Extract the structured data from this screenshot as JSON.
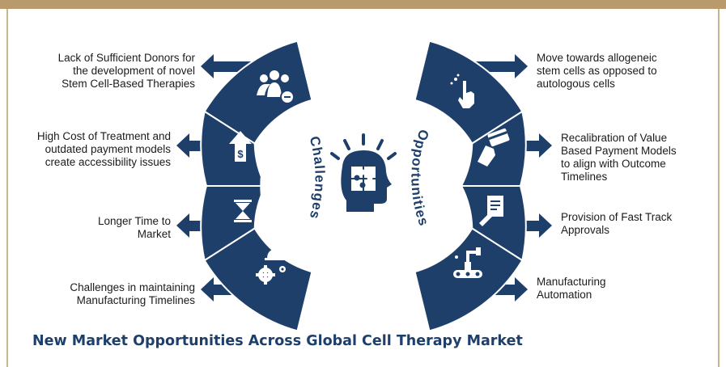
{
  "caption": "New Market Opportunities Across Global Cell Therapy Market",
  "colors": {
    "navy": "#1f3f6b",
    "arrow": "#1f3f6b",
    "gold": "#b89a6c",
    "text": "#1b1b1b",
    "white": "#ffffff"
  },
  "challenges": {
    "title": "Challenges",
    "items": [
      {
        "text": "Lack of Sufficient Donors for\nthe development of novel\nStem Cell-Based Therapies",
        "icon": "group-users-icon"
      },
      {
        "text": "High Cost of Treatment and\noutdated payment models\ncreate accessibility issues",
        "icon": "dollar-upload-icon"
      },
      {
        "text": "Longer Time to\nMarket",
        "icon": "hourglass-icon"
      },
      {
        "text": "Challenges in maintaining\nManufacturing Timelines",
        "icon": "gears-hardhat-icon"
      }
    ]
  },
  "opportunities": {
    "title": "Opportunities",
    "items": [
      {
        "text": "Move towards allogeneic\nstem cells as opposed to\nautologous cells",
        "icon": "hand-touch-icon"
      },
      {
        "text": "Recalibration of Value\nBased Payment Models\nto align with Outcome\nTimelines",
        "icon": "hand-card-icon"
      },
      {
        "text": "Provision of Fast Track\nApprovals",
        "icon": "document-approval-icon"
      },
      {
        "text": "Manufacturing\nAutomation",
        "icon": "robot-arm-icon"
      }
    ]
  },
  "center_icon": "head-puzzle-icon"
}
